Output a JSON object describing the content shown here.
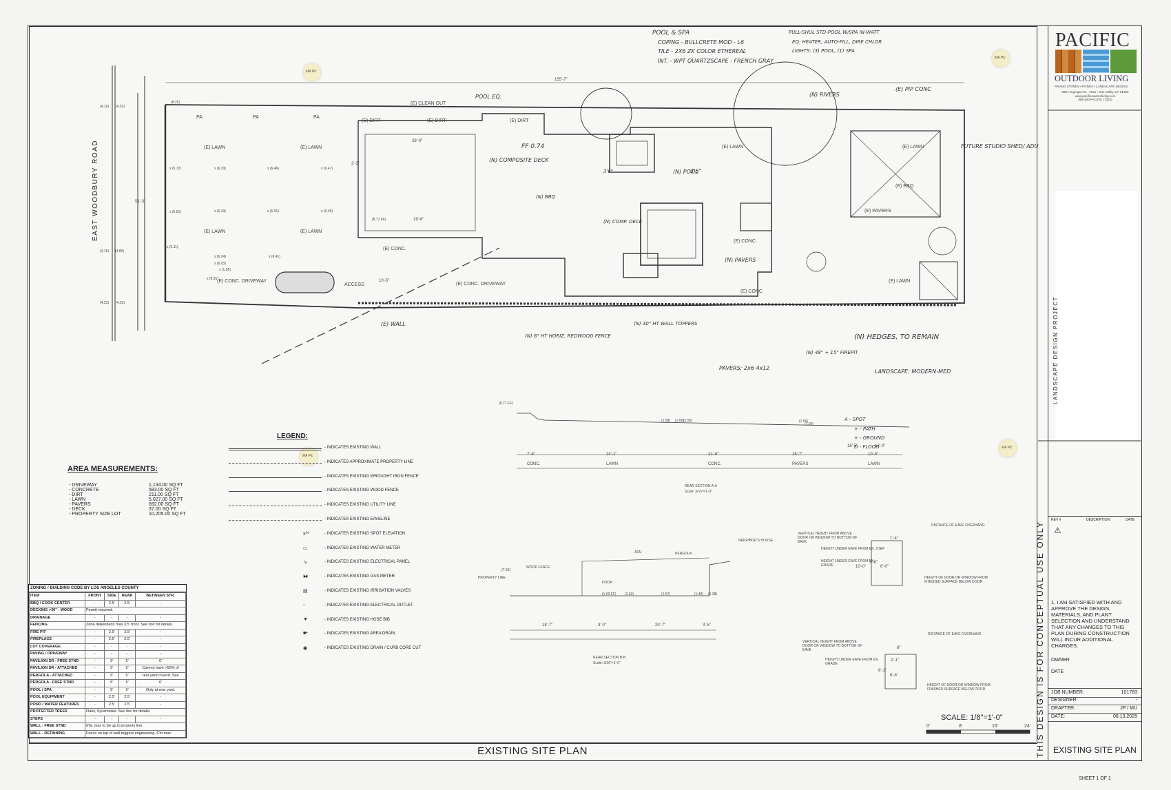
{
  "title_block": {
    "company": "PACIFIC",
    "subtitle": "OUTDOOR LIVING",
    "tagline": "PAVING STONES • PONDS • LANDSCAPE DESIGN",
    "address": "8301 Tujunga Ave., #201 • Sun Valley, CA 91352",
    "website": "www.pacificoutdoorliving.com",
    "phone": "888.400.PACIFIC (7224)",
    "project_label": "LANDSCAPE DESIGN PROJECT",
    "conceptual_note": "THIS DESIGN IS FOR CONCEPTUAL USE ONLY",
    "rev_headers": [
      "REV #",
      "DESCRIPTION",
      "DATE"
    ],
    "approval_note": "1. I AM SATISFIED WITH AND APPROVE THE DESIGN, MATERIALS, AND PLANT SELECTION AND UNDERSTAND THAT ANY CHANGES TO THIS PLAN DURING CONSTRUCTION WILL INCUR ADDITIONAL CHARGES.",
    "owner_label": "OWNER",
    "date_label": "DATE",
    "job_number_label": "JOB NUMBER:",
    "job_number": "101783",
    "designer_label": "DESIGNER:",
    "designer": "-",
    "drafter_label": "DRAFTER:",
    "drafter": "JP / MU",
    "date2_label": "DATE:",
    "date2": "08.13.2025",
    "sheet_name": "EXISTING SITE PLAN",
    "sheet_number": "SHEET   1  OF  1"
  },
  "drawing": {
    "main_title": "EXISTING SITE  PLAN",
    "street": "EAST WOODBURY ROAD",
    "scale_label": "SCALE:   1/8\"=1'-0\"",
    "scale_ticks": [
      "0'",
      "8'",
      "16'",
      "24'"
    ],
    "plan_labels": [
      "(E) LAWN",
      "(E) LAWN",
      "(E) LAWN",
      "(E) LAWN",
      "(E) CONC. DRIVEWAY",
      "(E) CONC. DRIVEWAY",
      "(E) DIRT",
      "(E) DIRT",
      "(E) DIRT",
      "(E) CLEAN OUT",
      "(E) CONC.",
      "(E) CONC.",
      "(E) CONC",
      "(E) LAWN",
      "(E) LAWN",
      "(E) LAWN",
      "(E) BBQ",
      "(E) PAVERS",
      "ACCESS",
      "PA",
      "PA",
      "PA"
    ],
    "section_a": {
      "title": "REAR SECTION A-A",
      "scale": "Scale: 3/16\"=1'-0\"",
      "zones": [
        "CONC.",
        "LAWN",
        "CONC.",
        "PAVERS",
        "LAWN"
      ],
      "dims": [
        "7'-6\"",
        "24'-1\"",
        "21'-8\"",
        "15'-7\"",
        "10'-5\""
      ]
    },
    "section_b": {
      "title": "REAR SECTION B-B",
      "scale": "Scale: 3/16\"=1'-0\"",
      "dims": [
        "18'-7\"",
        "3'-0\"",
        "20'-7\"",
        "3'-5\""
      ],
      "labels": [
        "PROPERTY LINE",
        "WOOD FENCE",
        "ADU",
        "PERGOLA",
        "NEIGHBOR'S HOUSE",
        "DOOR"
      ]
    },
    "eave_notes": [
      "DISTANCE OF EAVE OVERHANG",
      "VERTICAL HEIGHT FROM ABOVE DOOR OR WINDOW TO BOTTOM OF EAVE",
      "HEIGHT UNDER EAVE FROM EX. STEP",
      "HEIGHT UNDER EAVE FROM EX. GRADE",
      "HEIGHT OF DOOR OR WINDOW FROM FINISHED SURFACE BELOW DOOR",
      "DISTANCE OF EAVE OVERHANG",
      "VERTICAL HEIGHT FROM ABOVE DOOR OR WINDOW TO BOTTOM OF EAVE",
      "HEIGHT UNDER EAVE FROM EX. GRADE",
      "HEIGHT OF DOOR OR WINDOW FROM FINISHED SURFACE BELOW DOOR"
    ],
    "eave_dims": [
      "1'-4\"",
      "7'-6\"",
      "10'-0\"",
      "6'-0\"",
      "8\"",
      "2'-1\"",
      "6'-1\"",
      "6'-8\""
    ],
    "handwritten": [
      "POOL & SPA",
      "COPING - BULLCRETE MOD - L6",
      "TILE - 2X6 ZK COLOR ETHEREAL",
      "INT. - WPT QUARTZSCAPE - FRENCH GRAY",
      "PULL-SHUL STD-POOL W/SPA IN-WATT",
      "EQ: HEATER, AUTO-FILL, DIRE CHLOR",
      "LIGHTS: (3) POOL, (1) SPA",
      "POOL EQ.",
      "(N) RIVERS",
      "(E) PIP CONC",
      "(N) COMPOSITE DECK",
      "(N) POOL",
      "3'6\"",
      "FF 0.74",
      "(N) BBQ",
      "(N) COMP. DECK",
      "(N) PAVERS",
      "FUTURE STUDIO SHED/ ADU",
      "(N) HEDGES, TO REMAIN",
      "(N) 30\" HT WALL TOPPERS",
      "(N) 48\" + 15\" FIREPIT",
      "(E) WALL",
      "(N) 6\" HT HORIZ. REDWOOD FENCE",
      "PAVERS: 2x6 4x12",
      "LANDSCAPE: MODERN-MED",
      "A - SPOT",
      "+ - PATH",
      "+ - GROUND",
      "D - FLOOD",
      "3'6\""
    ],
    "spot_elev": [
      "(8.25)",
      "(4.10)",
      "(4.53)",
      "(4.16)",
      "(4.80)",
      "(4.23)",
      "(4.23)",
      "x (5.72)",
      "x (6.33)",
      "x (6.46)",
      "x (6.47)",
      "x (5.51)",
      "x (6.43)",
      "x (6.51)",
      "x (6.49)",
      "x (6.24)",
      "x (6.41)",
      "x (6.03)",
      "x (6.81)",
      "x (5.11)",
      "x (1.56)",
      "(8.77 FF)",
      "(8.77 FF)",
      "(1.56)",
      "(1.58)",
      "(1.60)",
      "(1.60 FF)",
      "(1.63)",
      "(1.57)",
      "(1.48)",
      "(1.38)",
      "(7.65)",
      "(1.50)",
      "(1.00)"
    ],
    "dimensions": [
      "155'-7\"",
      "28'-0\"",
      "51'-3\"",
      "10'-5\"",
      "19'-6\"",
      "2'-3\"",
      "12'-0\"",
      "16'-5\""
    ]
  },
  "area_measurements": {
    "title": "AREA MEASUREMENTS:",
    "rows": [
      {
        "label": "DRIVEWAY",
        "value": "1,134.00 SQ FT"
      },
      {
        "label": "CONCRETE",
        "value": "583.00 SQ FT"
      },
      {
        "label": "DIRT",
        "value": "211.00 SQ FT"
      },
      {
        "label": "LAWN",
        "value": "5,027.00 SQ FT"
      },
      {
        "label": "PAVERS",
        "value": "692.00 SQ FT"
      },
      {
        "label": "DECK",
        "value": "37.00 SQ FT"
      },
      {
        "label": "PROPERTY SIZE LOT",
        "value": "10,205.00 SQ FT"
      }
    ]
  },
  "legend": {
    "title": "LEGEND:",
    "items": [
      {
        "label": "INDICATES EXISTING WALL"
      },
      {
        "label": "INDICATES APPROXIMATE PROPERTY LINE"
      },
      {
        "label": "INDICATES EXISTING WROUGHT IRON FENCE"
      },
      {
        "label": "INDICATES EXISTING WOOD FENCE"
      },
      {
        "label": "INDICATES EXISTING UTILITY LINE"
      },
      {
        "label": "INDICATES EXISTING EAVELINE"
      },
      {
        "label": "INDICATES EXISTING SPOT ELEVATION"
      },
      {
        "label": "INDICATES EXISTING WATER METER"
      },
      {
        "label": "INDICATES EXISTING ELECTRICAL PANEL"
      },
      {
        "label": "INDICATES EXISTING GAS METER"
      },
      {
        "label": "INDICATES EXISTING IRRIGATION VALVES"
      },
      {
        "label": "INDICATES EXISTING ELECTRICAL OUTLET"
      },
      {
        "label": "INDICATES EXISTING HOSE BIB"
      },
      {
        "label": "INDICATES EXISTING AREA DRAIN"
      },
      {
        "label": "INDICATES EXISTING DRAIN / CURB CORE CUT"
      }
    ]
  },
  "zoning": {
    "title": "ZONING / BUILDING CODE BY LOS ANGELES COUNTY",
    "headers": [
      "ITEM",
      "FRONT",
      "SIDE",
      "REAR",
      "BETWEEN STR."
    ],
    "rows": [
      [
        "BBQ / COOK CENTER",
        "-",
        "2.5'",
        "2.5'",
        "-"
      ],
      [
        "DECKING >30\" - WOOD",
        "Permit required.",
        "",
        "",
        ""
      ],
      [
        "DRAINAGE",
        "-",
        "-",
        "-",
        "-"
      ],
      [
        "FENCING",
        "Zone dependant, max 3.5' front. See doc for details.",
        "",
        "",
        ""
      ],
      [
        "FIRE PIT",
        "-",
        "2.5'",
        "2.5'",
        "-"
      ],
      [
        "FIREPLACE",
        "-",
        "2.5'",
        "2.5'",
        "-"
      ],
      [
        "LOT COVERAGE",
        "-",
        "-",
        "-",
        "-"
      ],
      [
        "PAVING / DRIVEWAY",
        "-",
        "-",
        "-",
        "-"
      ],
      [
        "PAVILION SR - FREE STND",
        "-",
        "5'",
        "5'",
        "6'"
      ],
      [
        "PAVILION SR - ATTACHED",
        "-",
        "5'",
        "5'",
        "Cannot have >50% of"
      ],
      [
        "PERGOLA - ATTACHED",
        "-",
        "5'",
        "5'",
        "rear yard coverd. See"
      ],
      [
        "PERGOLA - FREE STND",
        "-",
        "5'",
        "5'",
        "6'"
      ],
      [
        "POOL / SPA",
        "-",
        "5'",
        "5'",
        "Only at rear yard."
      ],
      [
        "POOL EQUIPMENT",
        "-",
        "2.5'",
        "2.5'",
        "-"
      ],
      [
        "POND / WATER FEATURES",
        "-",
        "2.5'",
        "2.5'",
        "-"
      ],
      [
        "PROTECTED TREES",
        "Oaks, Sycamores. See doc for details.",
        "",
        "",
        ""
      ],
      [
        "STEPS",
        "-",
        "-",
        "-",
        "-"
      ],
      [
        "WALL - FREE STND",
        "6'ht, max to be up to property line.",
        "",
        "",
        ""
      ],
      [
        "WALL - RETAINING",
        "Fence on top of wall triggers engineering. 6'ht max.",
        "",
        "",
        ""
      ]
    ]
  },
  "colors": {
    "ink": "#333333",
    "paper": "#f7f7f5",
    "logo_orange": "#b8641f",
    "logo_blue": "#4a9bd4",
    "logo_green": "#5c9a3a",
    "tack": "#f3eec8"
  },
  "tacks": [
    "MA Pic",
    "MA Pic",
    "MA Pic",
    "MA Pic"
  ]
}
